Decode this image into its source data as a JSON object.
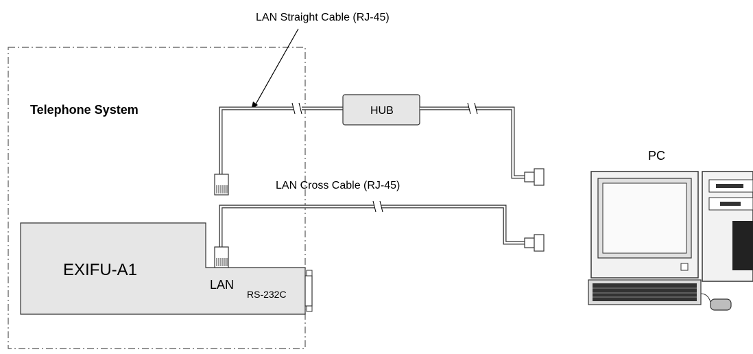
{
  "labels": {
    "straight_cable": "LAN Straight Cable (RJ-45)",
    "telephone_system": "Telephone System",
    "hub": "HUB",
    "pc": "PC",
    "cross_cable": "LAN Cross Cable (RJ-45)",
    "exifu": "EXIFU-A1",
    "lan_port": "LAN",
    "rs232c_port": "RS-232C"
  }
}
